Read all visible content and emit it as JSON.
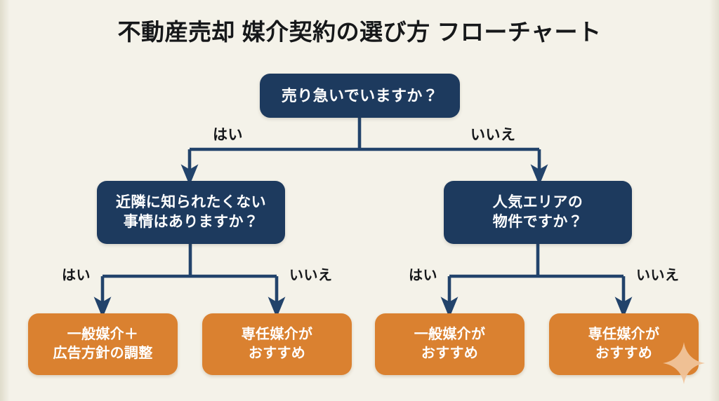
{
  "title": "不動産売却 媒介契約の選び方 フローチャート",
  "colors": {
    "background": "#f4f2e9",
    "decision_node": "#1d3a5e",
    "outcome_node": "#da8130",
    "connector": "#22436b",
    "title_text": "#16181a",
    "node_text": "#ffffff",
    "label_text": "#15171a",
    "sparkle": "#f0c39a"
  },
  "flow": {
    "root": {
      "label": "売り急いでいますか？",
      "type": "decision"
    },
    "decisions": [
      {
        "id": "urgent-yes-branch",
        "label": "近隣に知られたくない\n事情はありますか？",
        "type": "decision"
      },
      {
        "id": "urgent-no-branch",
        "label": "人気エリアの\n物件ですか？",
        "type": "decision"
      }
    ],
    "outcomes": [
      {
        "id": "outcome-general-plus-ad",
        "label": "一般媒介＋\n広告方針の調整",
        "type": "outcome"
      },
      {
        "id": "outcome-exclusive-left",
        "label": "専任媒介が\nおすすめ",
        "type": "outcome"
      },
      {
        "id": "outcome-general-right",
        "label": "一般媒介が\nおすすめ",
        "type": "outcome"
      },
      {
        "id": "outcome-exclusive-right",
        "label": "専任媒介が\nおすすめ",
        "type": "outcome"
      }
    ],
    "edge_labels": {
      "root_yes": "はい",
      "root_no": "いいえ",
      "left_yes": "はい",
      "left_no": "いいえ",
      "right_yes": "はい",
      "right_no": "いいえ"
    }
  }
}
